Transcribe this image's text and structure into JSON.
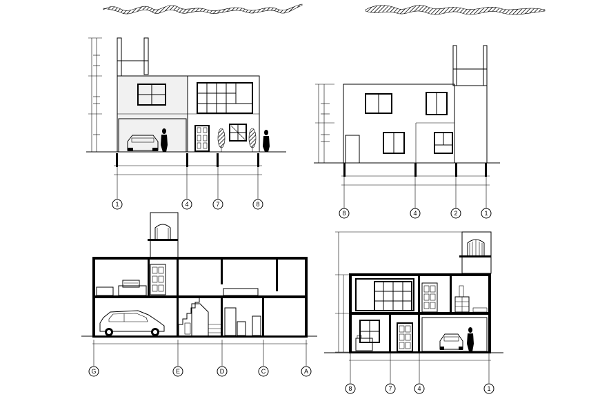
{
  "drawing": {
    "front_elevation_axes": [
      "1",
      "4",
      "7",
      "8"
    ],
    "rear_elevation_axes": [
      "8",
      "4",
      "2",
      "1"
    ],
    "side_section_axes": [
      "G",
      "E",
      "D",
      "C",
      "A"
    ],
    "cross_section_axes": [
      "8",
      "7",
      "4",
      "1"
    ]
  }
}
